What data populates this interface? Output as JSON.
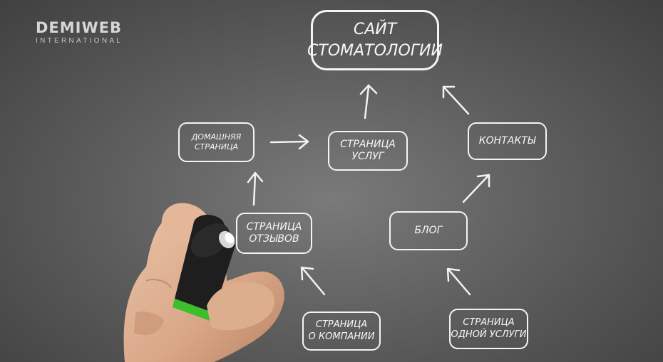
{
  "logo": {
    "main": "DEMIWEB",
    "sub": "INTERNATIONAL"
  },
  "nodes": {
    "site": {
      "line1": "САЙТ",
      "line2": "СТОМАТОЛОГИИ"
    },
    "home": {
      "line1": "ДОМАШНЯЯ",
      "line2": "СТРАНИЦА"
    },
    "services": {
      "line1": "СТРАНИЦА",
      "line2": "УСЛУГ"
    },
    "contacts": {
      "line1": "КОНТАКТЫ"
    },
    "reviews": {
      "line1": "СТРАНИЦА",
      "line2": "ОТЗЫВОВ"
    },
    "blog": {
      "line1": "БЛОГ"
    },
    "about": {
      "line1": "СТРАНИЦА",
      "line2": "О КОМПАНИИ"
    },
    "single_service": {
      "line1": "СТРАНИЦА",
      "line2": "ОДНОЙ УСЛУГИ"
    }
  },
  "colors": {
    "background": "#5f5f5f",
    "chalk": "#f4f4f4",
    "marker_green": "#3cbf2a"
  }
}
